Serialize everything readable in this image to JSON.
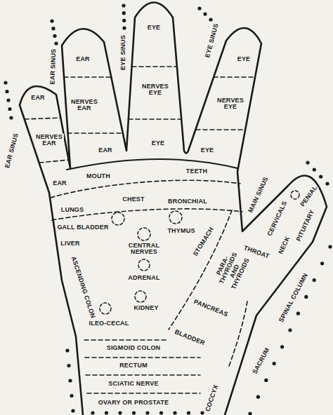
{
  "diagram": {
    "labels": [
      "EYE SINUS",
      "EYE",
      "EAR SINUS",
      "EAR",
      "EYE SINUS",
      "EYE",
      "EAR",
      "EAR SINUS",
      "NERVES EAR",
      "NERVES EYE",
      "NERVES EYE",
      "NERVES EAR",
      "EAR",
      "EAR",
      "EYE",
      "EYE",
      "MOUTH",
      "TEETH",
      "MAIN SINUS",
      "PENIAL",
      "CERVICALS",
      "PITUITARY",
      "LUNGS",
      "CHEST",
      "BRONCHIAL",
      "THYMUS",
      "GALL BLADDER",
      "LIVER",
      "CENTRAL NERVES",
      "STOMACH",
      "THROAT",
      "NECK",
      "PARA- THYROIDS AND THYROIDS",
      "ADRENAL",
      "ASCENDING COLON",
      "KIDNEY",
      "ILEO-CECAL",
      "PANCREAS",
      "SPINAL COLUMN",
      "BLADDER",
      "SIGMOID COLON",
      "SACRUM",
      "RECTUM",
      "SCIATIC NERVE",
      "COCCYX",
      "OVARY OR PROSTATE"
    ]
  }
}
